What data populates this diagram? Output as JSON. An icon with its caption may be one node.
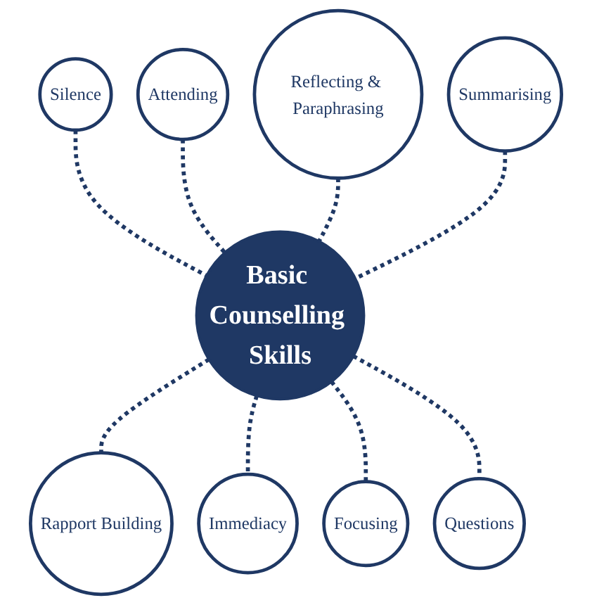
{
  "diagram": {
    "nodes": [
      {
        "text": [
          "Basic Counselling Skills"
        ]
      },
      {
        "text": [
          "Attending"
        ]
      },
      {
        "text": [
          "Reflecting & Paraphrasing"
        ]
      },
      {
        "text": [
          "Summarising"
        ]
      },
      {
        "text": [
          "Questions"
        ]
      },
      {
        "text": [
          "Focusing"
        ]
      },
      {
        "text": [
          "Immediacy"
        ]
      },
      {
        "text": [
          "Rapport Building"
        ]
      },
      {
        "text": [
          "Silence"
        ]
      }
    ],
    "edges": [
      {
        "from": 8,
        "to": 0,
        "arrow": "none",
        "style": "dashed"
      },
      {
        "from": 1,
        "to": 0,
        "arrow": "none",
        "style": "dashed"
      },
      {
        "from": 2,
        "to": 0,
        "arrow": "none",
        "style": "dashed"
      },
      {
        "from": 3,
        "to": 0,
        "arrow": "none",
        "style": "dashed"
      },
      {
        "from": 0,
        "to": 7,
        "arrow": "none",
        "style": "dashed"
      },
      {
        "from": 0,
        "to": 6,
        "arrow": "none",
        "style": "dashed"
      },
      {
        "from": 0,
        "to": 5,
        "arrow": "none",
        "style": "dashed"
      },
      {
        "from": 0,
        "to": 4,
        "arrow": "none",
        "style": "dashed"
      }
    ]
  }
}
